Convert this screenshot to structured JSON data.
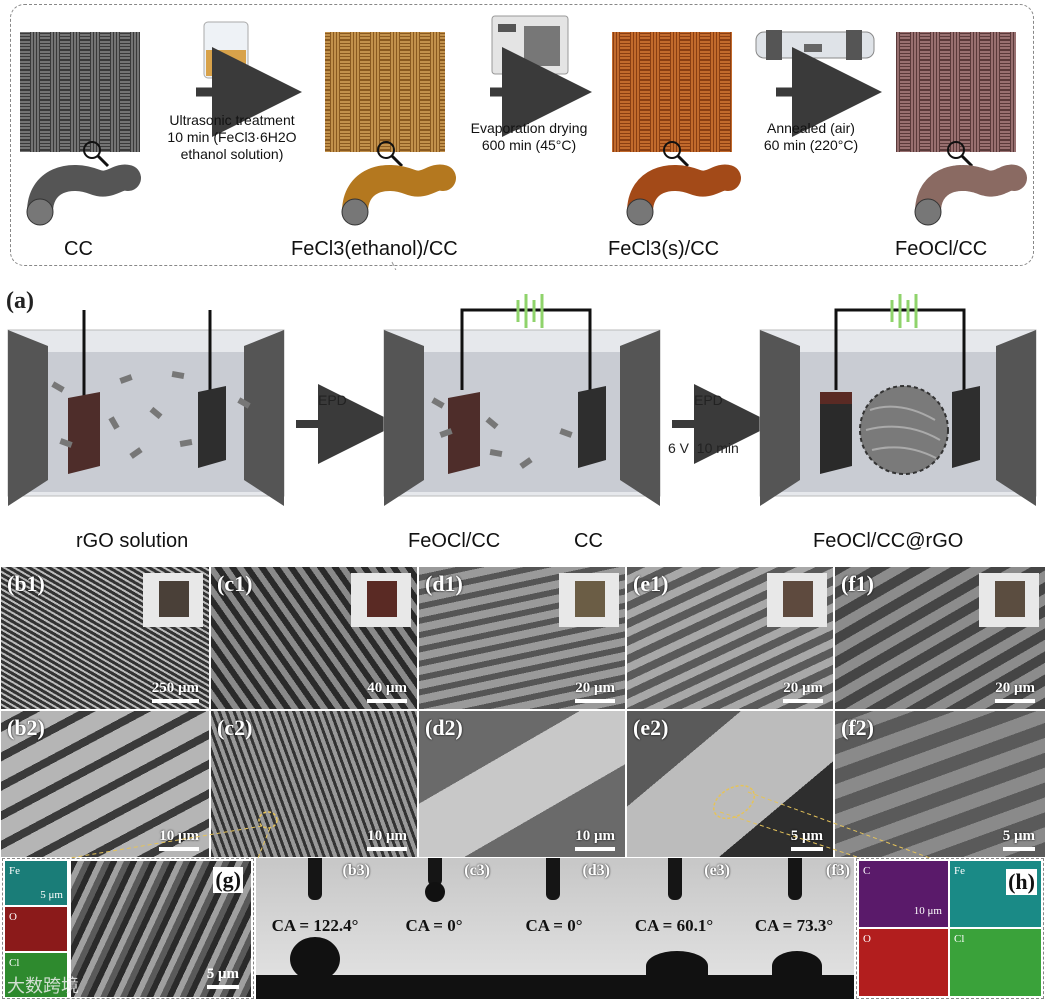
{
  "process": {
    "steps": [
      {
        "label": "CC"
      },
      {
        "label": "FeCl3(ethanol)/CC"
      },
      {
        "label": "FeCl3(s)/CC"
      },
      {
        "label": "FeOCl/CC"
      }
    ],
    "arrows": [
      {
        "line1": "Ultrasonic treatment",
        "line2": "10 min (FeCl3·6H2O",
        "line3": "ethanol solution)"
      },
      {
        "line1": "Evaporation drying",
        "line2": "600 min (45°C)"
      },
      {
        "line1": "Annealed (air)",
        "line2": "60 min (220°C)"
      }
    ],
    "colors": {
      "cc": "#555555",
      "ethanol": "#c48a3c",
      "solid": "#b5581e",
      "feocl": "#8a5e5e"
    }
  },
  "panel_a": {
    "label": "(a)",
    "bath1_label": "rGO solution",
    "arrow1_label": "EPD",
    "bath2_label1": "FeOCl/CC",
    "bath2_label2": "CC",
    "arrow2_label": "EPD",
    "arrow2_sub": "6 V  10 min",
    "bath3_label": "FeOCl/CC@rGO"
  },
  "sem_row1": [
    {
      "tag": "(b1)",
      "scale": "250 μm",
      "inset_color": "#4a4038"
    },
    {
      "tag": "(c1)",
      "scale": "40 μm",
      "inset_color": "#5a2a24"
    },
    {
      "tag": "(d1)",
      "scale": "20 μm",
      "inset_color": "#6b5d45"
    },
    {
      "tag": "(e1)",
      "scale": "20 μm",
      "inset_color": "#5e4a3e"
    },
    {
      "tag": "(f1)",
      "scale": "20 μm",
      "inset_color": "#5b4d40"
    }
  ],
  "sem_row2": [
    {
      "tag": "(b2)",
      "scale": "10 μm"
    },
    {
      "tag": "(c2)",
      "scale": "10 μm"
    },
    {
      "tag": "(d2)",
      "scale": "10 μm"
    },
    {
      "tag": "(e2)",
      "scale": "5 μm"
    },
    {
      "tag": "(f2)",
      "scale": "5 μm"
    }
  ],
  "contact_angles": [
    {
      "tag": "(b3)",
      "value": "CA = 122.4°"
    },
    {
      "tag": "(c3)",
      "value": "CA = 0°"
    },
    {
      "tag": "(d3)",
      "value": "CA = 0°"
    },
    {
      "tag": "(e3)",
      "value": "CA = 60.1°"
    },
    {
      "tag": "(f3)",
      "value": "CA = 73.3°"
    }
  ],
  "panel_g": {
    "tag": "(g)",
    "scale": "5 μm",
    "maps": [
      "Fe",
      "O",
      "Cl"
    ],
    "map_scale": "5 μm"
  },
  "panel_h": {
    "tag": "(h)",
    "maps": [
      "C",
      "Fe",
      "O",
      "Cl"
    ],
    "map_scale": "10 μm"
  },
  "watermark": "大数跨境"
}
